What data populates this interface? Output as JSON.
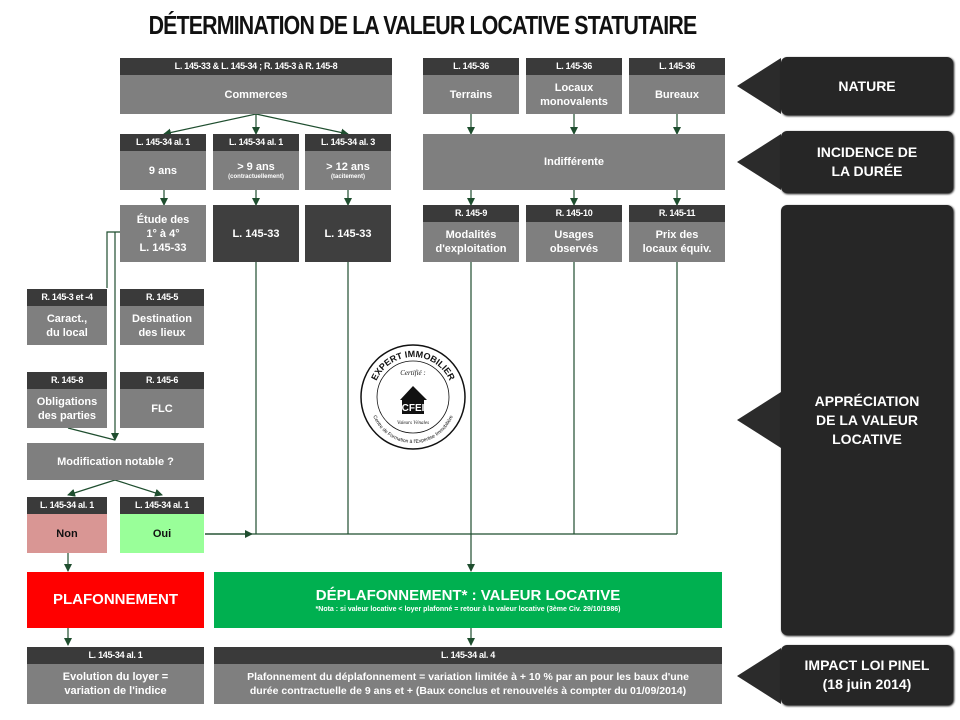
{
  "title": "DÉTERMINATION DE LA VALEUR LOCATIVE STATUTAIRE",
  "sidebar": {
    "nature": "NATURE",
    "incidence_l1": "INCIDENCE DE",
    "incidence_l2": "LA DURÉE",
    "appreciation_l1": "APPRÉCIATION",
    "appreciation_l2": "DE LA VALEUR",
    "appreciation_l3": "LOCATIVE",
    "pinel_l1": "IMPACT LOI PINEL",
    "pinel_l2": "(18 juin 2014)"
  },
  "nodes": {
    "commerces": {
      "ref": "L. 145-33 & L. 145-34 ; R. 145-3 à R. 145-8",
      "label": "Commerces"
    },
    "terrains": {
      "ref": "L. 145-36",
      "label": "Terrains"
    },
    "locaux": {
      "ref": "L. 145-36",
      "label_l1": "Locaux",
      "label_l2": "monovalents"
    },
    "bureaux": {
      "ref": "L. 145-36",
      "label": "Bureaux"
    },
    "neuf_ans": {
      "ref": "L. 145-34 al. 1",
      "label": "9 ans"
    },
    "plus_neuf": {
      "ref": "L. 145-34 al. 1",
      "label": "> 9 ans",
      "note": "(contractuellement)"
    },
    "plus_douze": {
      "ref": "L. 145-34 al. 3",
      "label": "> 12 ans",
      "note": "(tacitement)"
    },
    "indifferente": {
      "label": "Indifférente"
    },
    "etude": {
      "l1": "Étude  des",
      "l2": "1° à 4°",
      "l3": "L. 145-33"
    },
    "l14533_a": {
      "label": "L. 145-33"
    },
    "l14533_b": {
      "label": "L. 145-33"
    },
    "modalites": {
      "ref": "R. 145-9",
      "l1": "Modalités",
      "l2": "d'exploitation"
    },
    "usages": {
      "ref": "R. 145-10",
      "l1": "Usages",
      "l2": "observés"
    },
    "prix": {
      "ref": "R. 145-11",
      "l1": "Prix des",
      "l2": "locaux équiv."
    },
    "caract": {
      "ref": "R. 145-3 et -4",
      "l1": "Caract.,",
      "l2": "du local"
    },
    "destination": {
      "ref": "R. 145-5",
      "l1": "Destination",
      "l2": "des lieux"
    },
    "obligations": {
      "ref": "R. 145-8",
      "l1": "Obligations",
      "l2": "des parties"
    },
    "flc": {
      "ref": "R. 145-6",
      "label": "FLC"
    },
    "modification": {
      "label": "Modification notable ?"
    },
    "non": {
      "ref": "L. 145-34 al. 1",
      "label": "Non"
    },
    "oui": {
      "ref": "L. 145-34 al. 1",
      "label": "Oui"
    },
    "plafonnement": {
      "label": "PLAFONNEMENT"
    },
    "deplafonnement": {
      "label": "DÉPLAFONNEMENT* : VALEUR LOCATIVE",
      "note": "*Nota : si valeur locative < loyer plafonné = retour à la valeur locative (3ème Civ. 29/10/1986)"
    },
    "evolution": {
      "ref": "L. 145-34 al. 1",
      "l1": "Evolution du loyer =",
      "l2": "variation de l'indice"
    },
    "plafonnement_deplaf": {
      "ref": "L. 145-34 al. 4",
      "l1": "Plafonnement du déplafonnement = variation limitée à + 10 % par an pour les baux d'une",
      "l2": "durée contractuelle de 9 ans et + (Baux conclus et renouvelés à compter du 01/09/2014)"
    }
  },
  "logo": {
    "ring_text": "EXPERT IMMOBILIER",
    "certifie": "Certifié :",
    "brand": "CFEI",
    "sub": "Valeurs Vénales",
    "bottom_ring": "Centre de Formation à l'Expertise Immobilière"
  },
  "colors": {
    "red": "#ff0000",
    "green": "#00b050",
    "pink": "#d99694",
    "lightgreen": "#99ff99",
    "grey": "#7f7f7f",
    "dark": "#3f3f3f",
    "sidebar": "#262626"
  }
}
